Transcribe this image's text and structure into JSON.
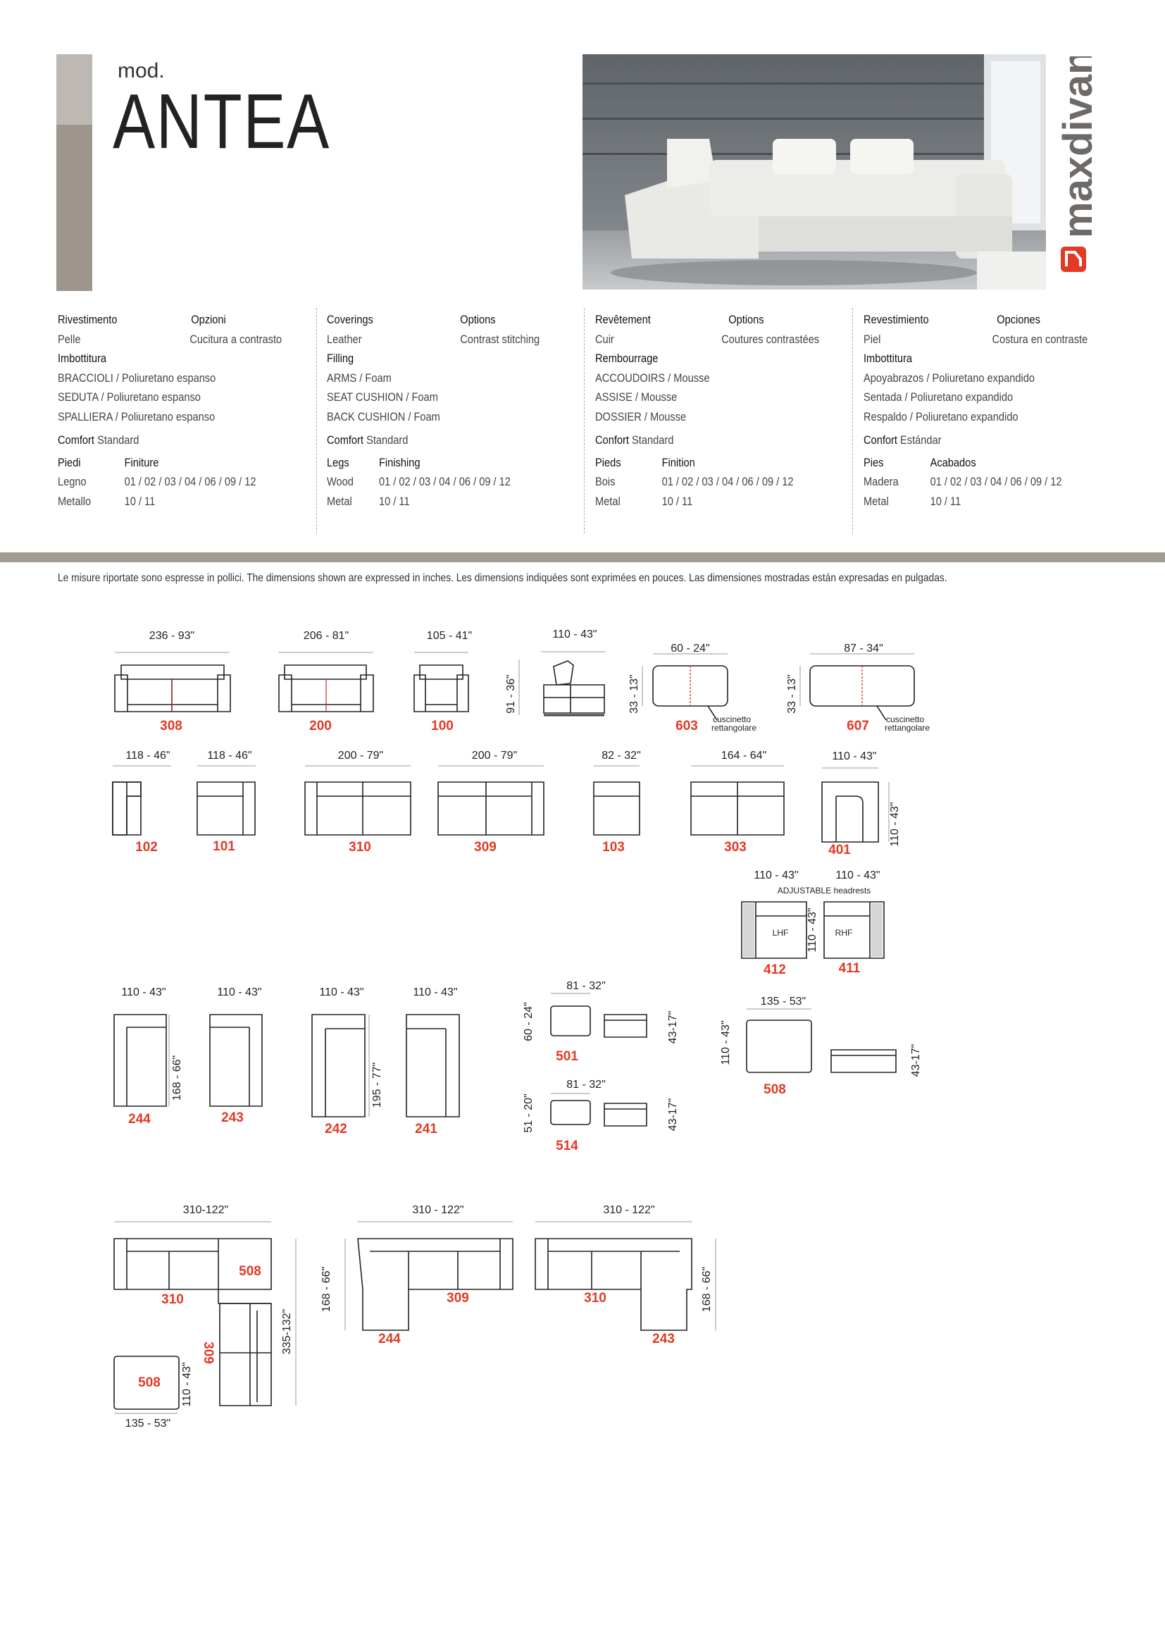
{
  "header": {
    "mod_label": "mod.",
    "model_name": "ANTEA",
    "brand": "maxdivani"
  },
  "specs": [
    {
      "covering_h": "Rivestimento",
      "options_h": "Opzioni",
      "covering": "Pelle",
      "option": "Cucitura a contrasto",
      "filling_h": "Imbottitura",
      "fill1": "BRACCIOLI / Poliuretano espanso",
      "fill2": "SEDUTA / Poliuretano espanso",
      "fill3": "SPALLIERA / Poliuretano espanso",
      "comfort_h": "Comfort",
      "comfort": "Standard",
      "legs_h": "Piedi",
      "finish_h": "Finiture",
      "leg1": "Legno",
      "fin1": "01 / 02 / 03 / 04 / 06 / 09 / 12",
      "leg2": "Metallo",
      "fin2": "10 / 11"
    },
    {
      "covering_h": "Coverings",
      "options_h": "Options",
      "covering": "Leather",
      "option": "Contrast stitching",
      "filling_h": "Filling",
      "fill1": "ARMS / Foam",
      "fill2": "SEAT CUSHION / Foam",
      "fill3": "BACK CUSHION / Foam",
      "comfort_h": "Comfort",
      "comfort": "Standard",
      "legs_h": "Legs",
      "finish_h": "Finishing",
      "leg1": "Wood",
      "fin1": "01 / 02 / 03 / 04 / 06 / 09 / 12",
      "leg2": "Metal",
      "fin2": "10 / 11"
    },
    {
      "covering_h": "Revêtement",
      "options_h": "Options",
      "covering": "Cuir",
      "option": "Coutures contrastées",
      "filling_h": "Rembourrage",
      "fill1": "ACCOUDOIRS / Mousse",
      "fill2": "ASSISE / Mousse",
      "fill3": "DOSSIER / Mousse",
      "comfort_h": "Confort",
      "comfort": "Standard",
      "legs_h": "Pieds",
      "finish_h": "Finition",
      "leg1": "Bois",
      "fin1": "01 / 02 / 03 / 04 / 06 / 09 / 12",
      "leg2": "Metal",
      "fin2": "10 / 11"
    },
    {
      "covering_h": "Revestimiento",
      "options_h": "Opciones",
      "covering": "Piel",
      "option": "Costura en contraste",
      "filling_h": "Imbottitura",
      "fill1": "Apoyabrazos / Poliuretano expandido",
      "fill2": "Sentada / Poliuretano expandido",
      "fill3": "Respaldo / Poliuretano expandido",
      "comfort_h": "Confort",
      "comfort": "Estándar",
      "legs_h": "Pies",
      "finish_h": "Acabados",
      "leg1": "Madera",
      "fin1": "01 / 02 / 03 / 04 / 06 / 09 / 12",
      "leg2": "Metal",
      "fin2": "10 / 11"
    }
  ],
  "note": "Le misure riportate sono espresse in pollici. The dimensions shown are expressed in inches. Les dimensions indiquées sont exprimées en pouces. Las dimensiones mostradas están expresadas en pulgadas.",
  "diagram": {
    "row1": {
      "d308": "236 - 93\"",
      "c308": "308",
      "d200": "206 - 81\"",
      "c200": "200",
      "d100": "105 - 41\"",
      "c100": "100",
      "d_side": "110 - 43\"",
      "h_side": "91 - 36\"",
      "d603": "60 - 24\"",
      "h603": "33 - 13\"",
      "c603": "603",
      "d607": "87 - 34\"",
      "h607": "33 - 13\"",
      "c607": "607",
      "cushion1": "cuscinetto",
      "cushion2": "rettangolare"
    },
    "row2": {
      "d102": "118 - 46\"",
      "c102": "102",
      "d101": "118 - 46\"",
      "c101": "101",
      "d310": "200 - 79\"",
      "c310": "310",
      "d309": "200 - 79\"",
      "c309": "309",
      "d103": "82 - 32\"",
      "c103": "103",
      "d303": "164 - 64\"",
      "c303": "303",
      "d401": "110 - 43\"",
      "h401": "110 - 43\"",
      "c401": "401"
    },
    "row3": {
      "d412": "110 - 43\"",
      "d411": "110 - 43\"",
      "adj": "ADJUSTABLE headrests",
      "lhf": "LHF",
      "rhf": "RHF",
      "h41x": "110 - 43\"",
      "c412": "412",
      "c411": "411"
    },
    "row4": {
      "d244": "110 - 43\"",
      "h244": "168 - 66\"",
      "c244": "244",
      "d243": "110 - 43\"",
      "c243": "243",
      "d242": "110 - 43\"",
      "h242": "195 - 77\"",
      "c242": "242",
      "d241": "110 - 43\"",
      "c241": "241",
      "d501": "81 - 32\"",
      "h501": "60 - 24\"",
      "hh501": "43-17\"",
      "c501": "501",
      "d514": "81 - 32\"",
      "h514": "51 - 20\"",
      "hh514": "43-17\"",
      "c514": "514",
      "d508": "135 - 53\"",
      "h508": "110 - 43\"",
      "hh508": "43-17\"",
      "c508": "508"
    },
    "row5": {
      "dA": "310-122\"",
      "cA1": "310",
      "cA2": "508",
      "cA3": "309",
      "hA": "335-132\"",
      "cA4": "508",
      "hA2": "110 - 43\"",
      "dA2": "135 - 53\"",
      "dB": "310 - 122\"",
      "hB": "168 - 66\"",
      "cB1": "309",
      "cB2": "244",
      "dC": "310 - 122\"",
      "hC": "168 - 66\"",
      "cC1": "310",
      "cC2": "243"
    }
  }
}
